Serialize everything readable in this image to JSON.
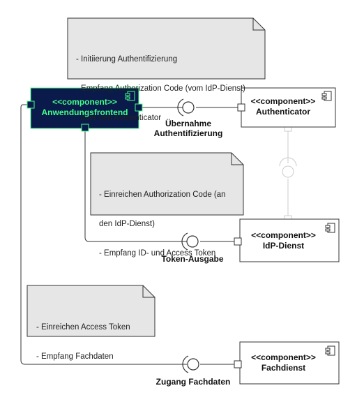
{
  "notes": {
    "auth": {
      "line1": "- Initiierung Authentifizierung",
      "line2": "- Empfang Authorization Code (vom IdP-Dienst)",
      "line3": "  über den Authenticator"
    },
    "idp": {
      "line1": "- Einreichen Authorization Code (an",
      "line2": "den IdP-Dienst)",
      "line3": "- Empfang ID- und Access Token"
    },
    "fach": {
      "line1": "- Einreichen Access Token",
      "line2": "- Empfang Fachdaten"
    }
  },
  "components": {
    "frontend": {
      "stereotype": "<<component>>",
      "name": "Anwendungsfrontend"
    },
    "authenticator": {
      "stereotype": "<<component>>",
      "name": "Authenticator"
    },
    "idp": {
      "stereotype": "<<component>>",
      "name": "IdP-Dienst"
    },
    "fachdienst": {
      "stereotype": "<<component>>",
      "name": "Fachdienst"
    }
  },
  "interfaces": {
    "auth_line1": "Übernahme",
    "auth_line2": "Authentifizierung",
    "token": "Token-Ausgabe",
    "fach": "Zugang Fachdaten"
  },
  "colors": {
    "frontend_fill": "#0a1a4a",
    "frontend_text": "#44ff88",
    "note_fill": "#e6e6e6",
    "line": "#333333",
    "faded": "#cccccc"
  }
}
